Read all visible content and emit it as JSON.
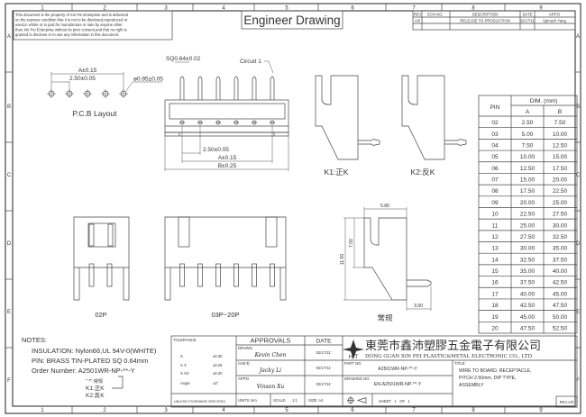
{
  "zones": {
    "columns": [
      "1",
      "2",
      "3",
      "4",
      "5",
      "6",
      "7",
      "8",
      "9"
    ],
    "rows": [
      "A",
      "B",
      "C",
      "D",
      "E",
      "F"
    ]
  },
  "disclaimer": [
    "This document is the property of Xin Pei Enterprise and is delivered",
    "on the express condition that it is not to be disclosed,reproduced or",
    "used,in whole or in part,for manufacture or sale by anyone other",
    "than Xin Pei Enterprise without its prior consent,and that no right is",
    "granted to disclose or to use any information in this document."
  ],
  "title": "Engineer Drawing",
  "revision": {
    "headers": [
      "REV",
      "ECN NO.",
      "DESCRIPTION",
      "DATE",
      "APP'D"
    ],
    "rows": [
      [
        "A/0",
        "",
        "RELEASE TO PRODUCTION",
        "02/17/11'",
        "Spinach Yang"
      ]
    ]
  },
  "pcb": {
    "label": "P.C.B Layout",
    "dim_a": "A±0.15",
    "dim_pitch": "2.50±0.05",
    "dim_hole": "ø0.95±0.05"
  },
  "front": {
    "sq": "SQ0.64±0.02",
    "circuit": "Circuit 1",
    "dim_pitch": "2.50±0.05",
    "dim_a": "A±0.15",
    "dim_b": "B±0.25"
  },
  "side_views": {
    "k1": "K1:正K",
    "k2": "K2:反K"
  },
  "standard_view": {
    "label": "常规",
    "w": "5.80",
    "h_total": "11.50",
    "h_slot": "7.00",
    "pin": "3.50"
  },
  "bottom_views": {
    "p02": "02P",
    "p03": "03P~20P"
  },
  "dim_table": {
    "header_pin": "PIN",
    "header_dim": "DIM. (mm)",
    "header_a": "A",
    "header_b": "B",
    "rows": [
      [
        "02",
        "2.50",
        "7.50"
      ],
      [
        "03",
        "5.00",
        "10.00"
      ],
      [
        "04",
        "7.50",
        "12.50"
      ],
      [
        "05",
        "10.00",
        "15.00"
      ],
      [
        "06",
        "12.50",
        "17.50"
      ],
      [
        "07",
        "15.00",
        "20.00"
      ],
      [
        "08",
        "17.50",
        "22.50"
      ],
      [
        "09",
        "20.00",
        "25.00"
      ],
      [
        "10",
        "22.50",
        "27.50"
      ],
      [
        "11",
        "25.00",
        "30.00"
      ],
      [
        "12",
        "27.50",
        "32.50"
      ],
      [
        "13",
        "30.00",
        "35.00"
      ],
      [
        "14",
        "32.50",
        "37.50"
      ],
      [
        "15",
        "35.00",
        "40.00"
      ],
      [
        "16",
        "37.50",
        "42.50"
      ],
      [
        "17",
        "40.00",
        "45.00"
      ],
      [
        "18",
        "42.50",
        "47.50"
      ],
      [
        "19",
        "45.00",
        "50.00"
      ],
      [
        "20",
        "47.50",
        "52.50"
      ]
    ]
  },
  "notes": {
    "heading": "NOTES:",
    "insulation": "INSULATION: Nylon66,UL 94V-0(WHITE)",
    "pin": "PIN: BRASS TIN-PLATED SQ 0.64mm",
    "order": "Order Number: A2501WR-NP-**-Y",
    "legend_star": "\" *\":常规",
    "legend_k1": "K1:正K",
    "legend_k2": "K2:反K"
  },
  "title_block": {
    "tolerance": "TOLERANCE",
    "tol_rows": [
      [
        "X.",
        "±0.30"
      ],
      [
        "X.X",
        "±0.25"
      ],
      [
        "X.XX",
        "±0.20"
      ],
      [
        "Angle",
        "±3°"
      ]
    ],
    "unless": "UNLESS OTHERWISE SPECIFIED",
    "approvals": "APPROVALS",
    "date": "DATE",
    "drawn_label": "DRAWN",
    "drawn": "Kevin Chen",
    "drawn_date": "02/17/11'",
    "chkd_label": "CHK'D",
    "chkd": "Jacky Li",
    "chkd_date": "02/17/11'",
    "appd_label": "APP'D",
    "appd": "Vinson Xu",
    "appd_date": "02/17/11'",
    "units": "UNITS mm",
    "scale_label": "SCALE",
    "scale": "1:1",
    "size": "SIZE: A4",
    "company_cn": "東莞市鑫沛塑膠五金電子有限公司",
    "company_en": "DONG GUAN XIN PEI PLASTIC&METAL ELECTRONIC CO., LTD",
    "logo_text": "H  T",
    "part_label": "PART NO.",
    "part_no": "A2501WR-NP-**-Y",
    "drawing_label": "DRAWING NO.",
    "drawing_no": "EN-A2501WR-NP-**-Y",
    "sheet": "SHEET   1   OF   1",
    "title_label": "TITLE:",
    "title_lines": [
      "WIRE TO BOARD, RECEPTACLE,",
      "PITCH 2.50mm, DIP TYPE,",
      "ASSEMBLY"
    ],
    "rev": "REV.A/0"
  }
}
